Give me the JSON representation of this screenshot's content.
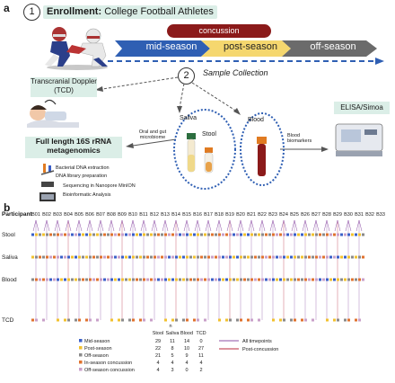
{
  "panel_a": {
    "letter": "a",
    "step1_number": "1",
    "enrollment_title": "Enrollment:",
    "enrollment_subtitle": "College Football Athletes",
    "concussion_label": "concussion",
    "season_labels": [
      "mid-season",
      "post-season",
      "off-season"
    ],
    "step2_number": "2",
    "sample_collection": "Sample Collection",
    "tcd_label": "Transcranial Doppler (TCD)",
    "saliva_label": "Saliva",
    "stool_label": "Stool",
    "blood_label": "Blood",
    "oral_gut_label": "Oral and gut microbiome",
    "blood_biomarkers_label": "Blood biomarkers",
    "elisa_label": "ELISA/Simoa",
    "metagenomics_label": "Full length 16S rRNA metagenomics",
    "steps": [
      "Bacterial DNA extraction",
      "DNA library preparation",
      "Sequencing in Nanopore MinION",
      "Bioinformatic Analysis"
    ]
  },
  "panel_b": {
    "letter": "b",
    "participant_label": "Participant",
    "row_labels": [
      "Stool",
      "Saliva",
      "Blood",
      "TCD"
    ],
    "participants": [
      "B01",
      "B02",
      "B03",
      "B04",
      "B05",
      "B06",
      "B07",
      "B08",
      "B09",
      "B10",
      "B11",
      "B12",
      "B13",
      "B14",
      "B15",
      "B16",
      "B17",
      "B18",
      "B19",
      "B20",
      "B21",
      "B22",
      "B23",
      "B24",
      "B25",
      "B26",
      "B27",
      "B28",
      "B29",
      "B30",
      "B31",
      "B32",
      "B33"
    ],
    "legend_n": "n",
    "legend_columns": [
      "Stool",
      "Saliva",
      "Blood",
      "TCD"
    ],
    "legend_rows": [
      {
        "label": "Mid-season",
        "color": "#3a5fc8",
        "values": [
          "29",
          "11",
          "14",
          "0"
        ]
      },
      {
        "label": "Post-season",
        "color": "#f2c12e",
        "values": [
          "22",
          "8",
          "10",
          "27"
        ]
      },
      {
        "label": "Off-season",
        "color": "#8a8a8a",
        "values": [
          "21",
          "5",
          "9",
          "11"
        ]
      },
      {
        "label": "In-season concussion",
        "color": "#e0722d",
        "values": [
          "4",
          "4",
          "4",
          "4"
        ]
      },
      {
        "label": "Off-season concussion",
        "color": "#c9a0c9",
        "values": [
          "4",
          "3",
          "0",
          "2"
        ]
      }
    ],
    "line_legend": [
      {
        "label": "All  timepoints",
        "color": "#8e4fa6"
      },
      {
        "label": "Post-concussion",
        "color": "#b8283e"
      }
    ],
    "colors": {
      "mid": "#3a5fc8",
      "post": "#f2c12e",
      "off": "#8a8a8a",
      "inconc": "#e0722d",
      "offconc": "#c9a0c9",
      "allline": "#8e4fa6",
      "concline": "#b8283e"
    }
  }
}
